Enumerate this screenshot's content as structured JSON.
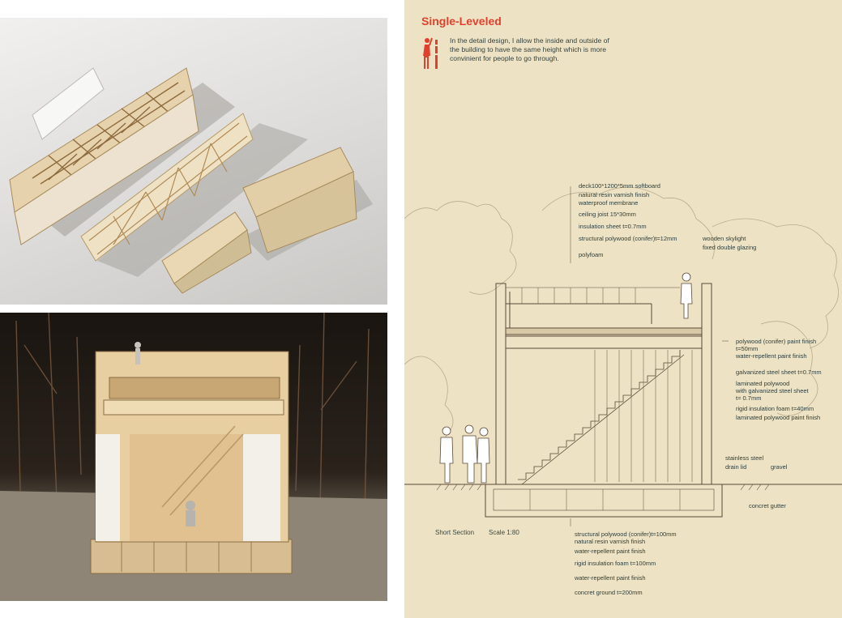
{
  "title": "Single-Leveled",
  "intro": "In the detail design, I allow the inside and outside of the building to have the same height which is more convinient for people to go through.",
  "icon": "modulor-figure-icon",
  "colors": {
    "accent": "#e0402c",
    "panel": "#ede2c4",
    "line": "#5a4a38",
    "text": "#2f3e3a"
  },
  "drawing": {
    "name": "Short Section",
    "scale": "Scale 1:80",
    "roof_annotations": [
      "deck100*1200*5mm softboard",
      "natural resin varnish finish",
      "waterproof membrane",
      "ceiling joist 15*30mm",
      "insulation sheet t=0.7mm",
      "structural polywood (conifer)t=12mm",
      "polyfoam"
    ],
    "skylight": [
      "wooden skylight",
      "fixed double glazing"
    ],
    "wall_annotations": [
      "polywood (conifer) paint finish",
      "t=50mm",
      "water-repellent paint finish",
      "galvanized steel sheet t=0.7mm",
      "laminated polywood",
      "with galvanized steel sheet",
      "t= 0.7mm",
      "rigid insulation foam t=40mm",
      "laminated polywood paint finish"
    ],
    "drain": [
      "stainless steel",
      "drain lid"
    ],
    "gravel": "gravel",
    "gutter": "concret gutter",
    "floor_annotations": [
      "structural polywood (conifer)t=100mm",
      "natural resin varnish finish",
      "water-repellent paint finish",
      "rigid insulation foam t=100mm",
      "water-repellent paint finish",
      "concret ground t=200mm"
    ]
  }
}
